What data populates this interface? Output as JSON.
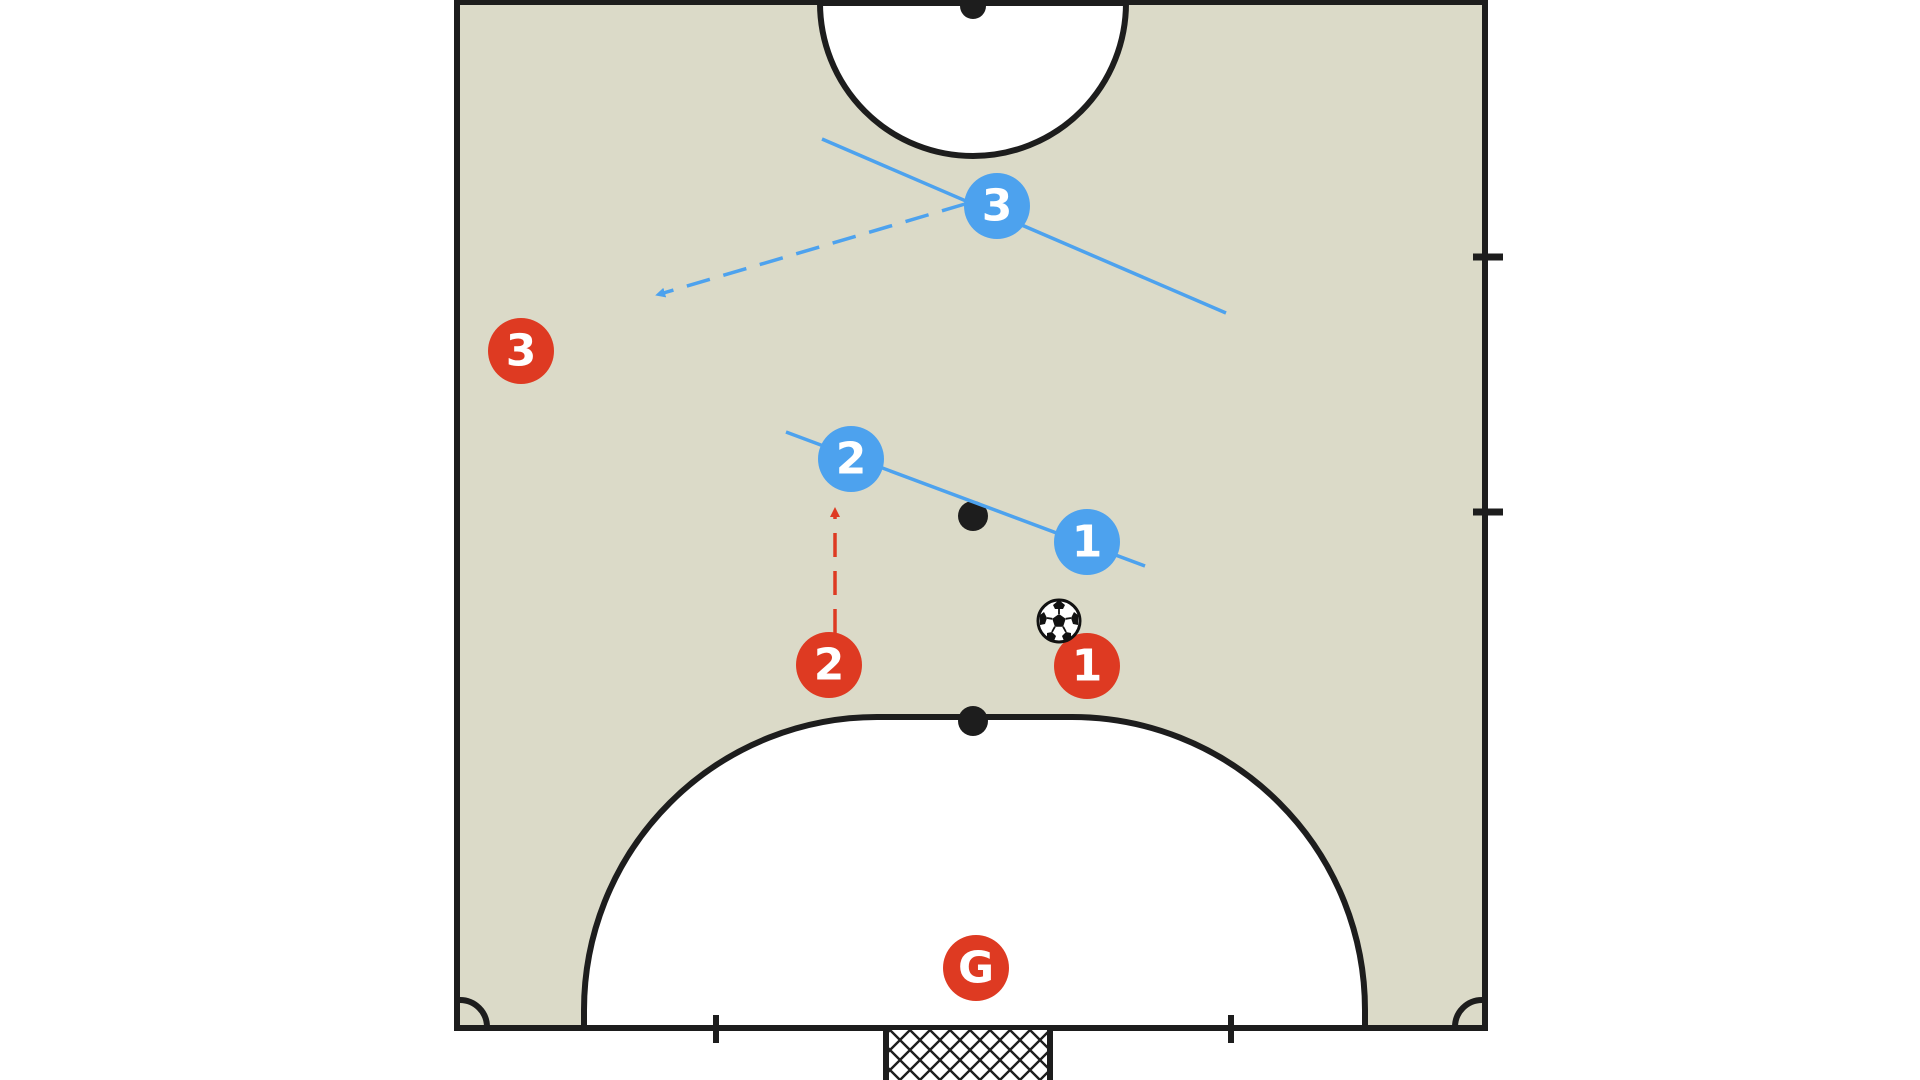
{
  "colors": {
    "court_fill": "#dbdac8",
    "area_fill": "#ffffff",
    "line": "#1d1d1d",
    "team_blue": "#4da2ee",
    "team_red": "#de3a22",
    "ball_black": "#111111",
    "ball_white": "#ffffff"
  },
  "players": {
    "blue_1": {
      "label": "1",
      "team": "blue"
    },
    "blue_2": {
      "label": "2",
      "team": "blue"
    },
    "blue_3": {
      "label": "3",
      "team": "blue"
    },
    "red_1": {
      "label": "1",
      "team": "red"
    },
    "red_2": {
      "label": "2",
      "team": "red"
    },
    "red_3": {
      "label": "3",
      "team": "red"
    },
    "red_goalkeeper": {
      "label": "G",
      "team": "red"
    }
  },
  "icons": {
    "ball": "soccer-ball-icon",
    "goal_net": "goal-net-icon"
  }
}
